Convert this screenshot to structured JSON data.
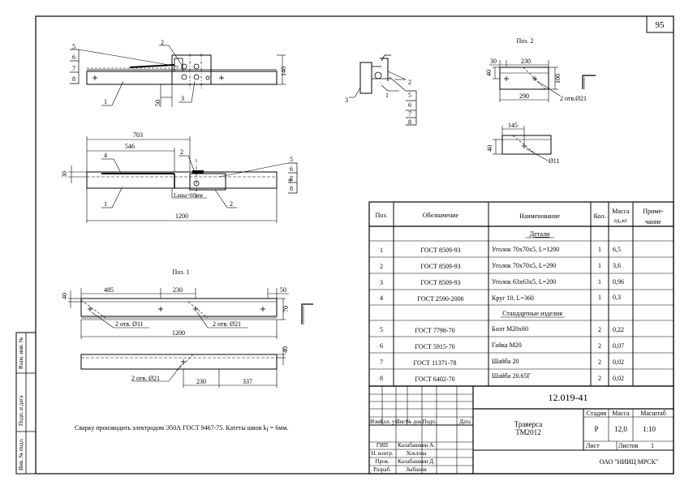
{
  "sheet_number": "95",
  "side_stamps": {
    "inv_podl": "Инв. № подл.",
    "podp_data": "Подп. и дата",
    "vzam_inv": "Взам. инв. №"
  },
  "views": {
    "pos2_title": "Поз. 2",
    "pos1_title": "Поз. 1",
    "weld_note": "Lшва=60мм"
  },
  "dims": {
    "d140": "140",
    "d50a": "50",
    "d703": "703",
    "d546": "546",
    "d30": "30",
    "d1200a": "1200",
    "d485": "485",
    "d230a": "230",
    "d50b": "50",
    "d40a": "40",
    "d70": "70",
    "d1200b": "1200",
    "d40b": "40",
    "d230b": "230",
    "d337": "337",
    "d230c": "230",
    "d30b": "30",
    "d40c": "40",
    "d100": "100",
    "d290": "290",
    "d145": "145",
    "d40d": "40"
  },
  "holes": {
    "h11": "2 отв. Ø11",
    "h21a": "2 отв. Ø21",
    "h21b": "2 отв. Ø21",
    "h21c": "2 отв.Ø21",
    "h11b": "Ø11"
  },
  "callouts": [
    "1",
    "2",
    "3",
    "4",
    "5",
    "6",
    "7",
    "8"
  ],
  "note": "Сварку производить электродом Э50А ГОСТ 9467-75.  Катеты швов k",
  "note_sub": "f",
  "note_tail": " = 6мм.",
  "spec": {
    "headers": {
      "pos": "Поз.",
      "designation": "Обозначение",
      "name": "Наименование",
      "qty": "Кол.",
      "mass_a": "Масса",
      "mass_b": "ед.,кг",
      "note_a": "Приме-",
      "note_b": "чание"
    },
    "section_details": "Детали",
    "section_standard": "Стандартные изделия",
    "rows": [
      {
        "pos": "1",
        "designation": "ГОСТ 8509-93",
        "name": "Уголок 70x70x5, L=1200",
        "qty": "1",
        "mass": "6,5"
      },
      {
        "pos": "2",
        "designation": "ГОСТ 8509-93",
        "name": "Уголок 70x70x5, L=290",
        "qty": "1",
        "mass": "3,6"
      },
      {
        "pos": "3",
        "designation": "ГОСТ 8509-93",
        "name": "Уголок 63x63x5, L=200",
        "qty": "1",
        "mass": "0,96"
      },
      {
        "pos": "4",
        "designation": "ГОСТ 2590-2006",
        "name": "Круг 10, L=360",
        "qty": "1",
        "mass": "0,3"
      },
      {
        "pos": "5",
        "designation": "ГОСТ 7798-70",
        "name": "Болт М20x60",
        "qty": "2",
        "mass": "0,22"
      },
      {
        "pos": "6",
        "designation": "ГОСТ 5915-70",
        "name": "Гайка М20",
        "qty": "2",
        "mass": "0,07"
      },
      {
        "pos": "7",
        "designation": "ГОСТ 11371-78",
        "name": "Шайба 20",
        "qty": "2",
        "mass": "0,02"
      },
      {
        "pos": "8",
        "designation": "ГОСТ 6402-70",
        "name": "Шайба 20.65Г",
        "qty": "2",
        "mass": "0,02"
      }
    ]
  },
  "title_block": {
    "code": "12.019-41",
    "product_a": "Траверса",
    "product_b": "ТМ2012",
    "col_headers": [
      "Изм.",
      "Кол. уч.",
      "Лист",
      "№ док.",
      "Подп.",
      "Дата"
    ],
    "stage_label": "Стадия",
    "mass_label": "Масса",
    "scale_label": "Масштаб",
    "stage": "Р",
    "mass": "12,0",
    "scale": "1:10",
    "sheet_label": "Лист",
    "sheets_label": "Листов",
    "sheets": "1",
    "org": "ОАО \"НИИЦ МРСК\"",
    "people": [
      {
        "role": "ГИП",
        "name": "Калабашкин А."
      },
      {
        "role": "Н. контр.",
        "name": "Хохлова"
      },
      {
        "role": "Пров.",
        "name": "Калабашкин Д."
      },
      {
        "role": "Разраб.",
        "name": "Зыбанов"
      }
    ]
  }
}
